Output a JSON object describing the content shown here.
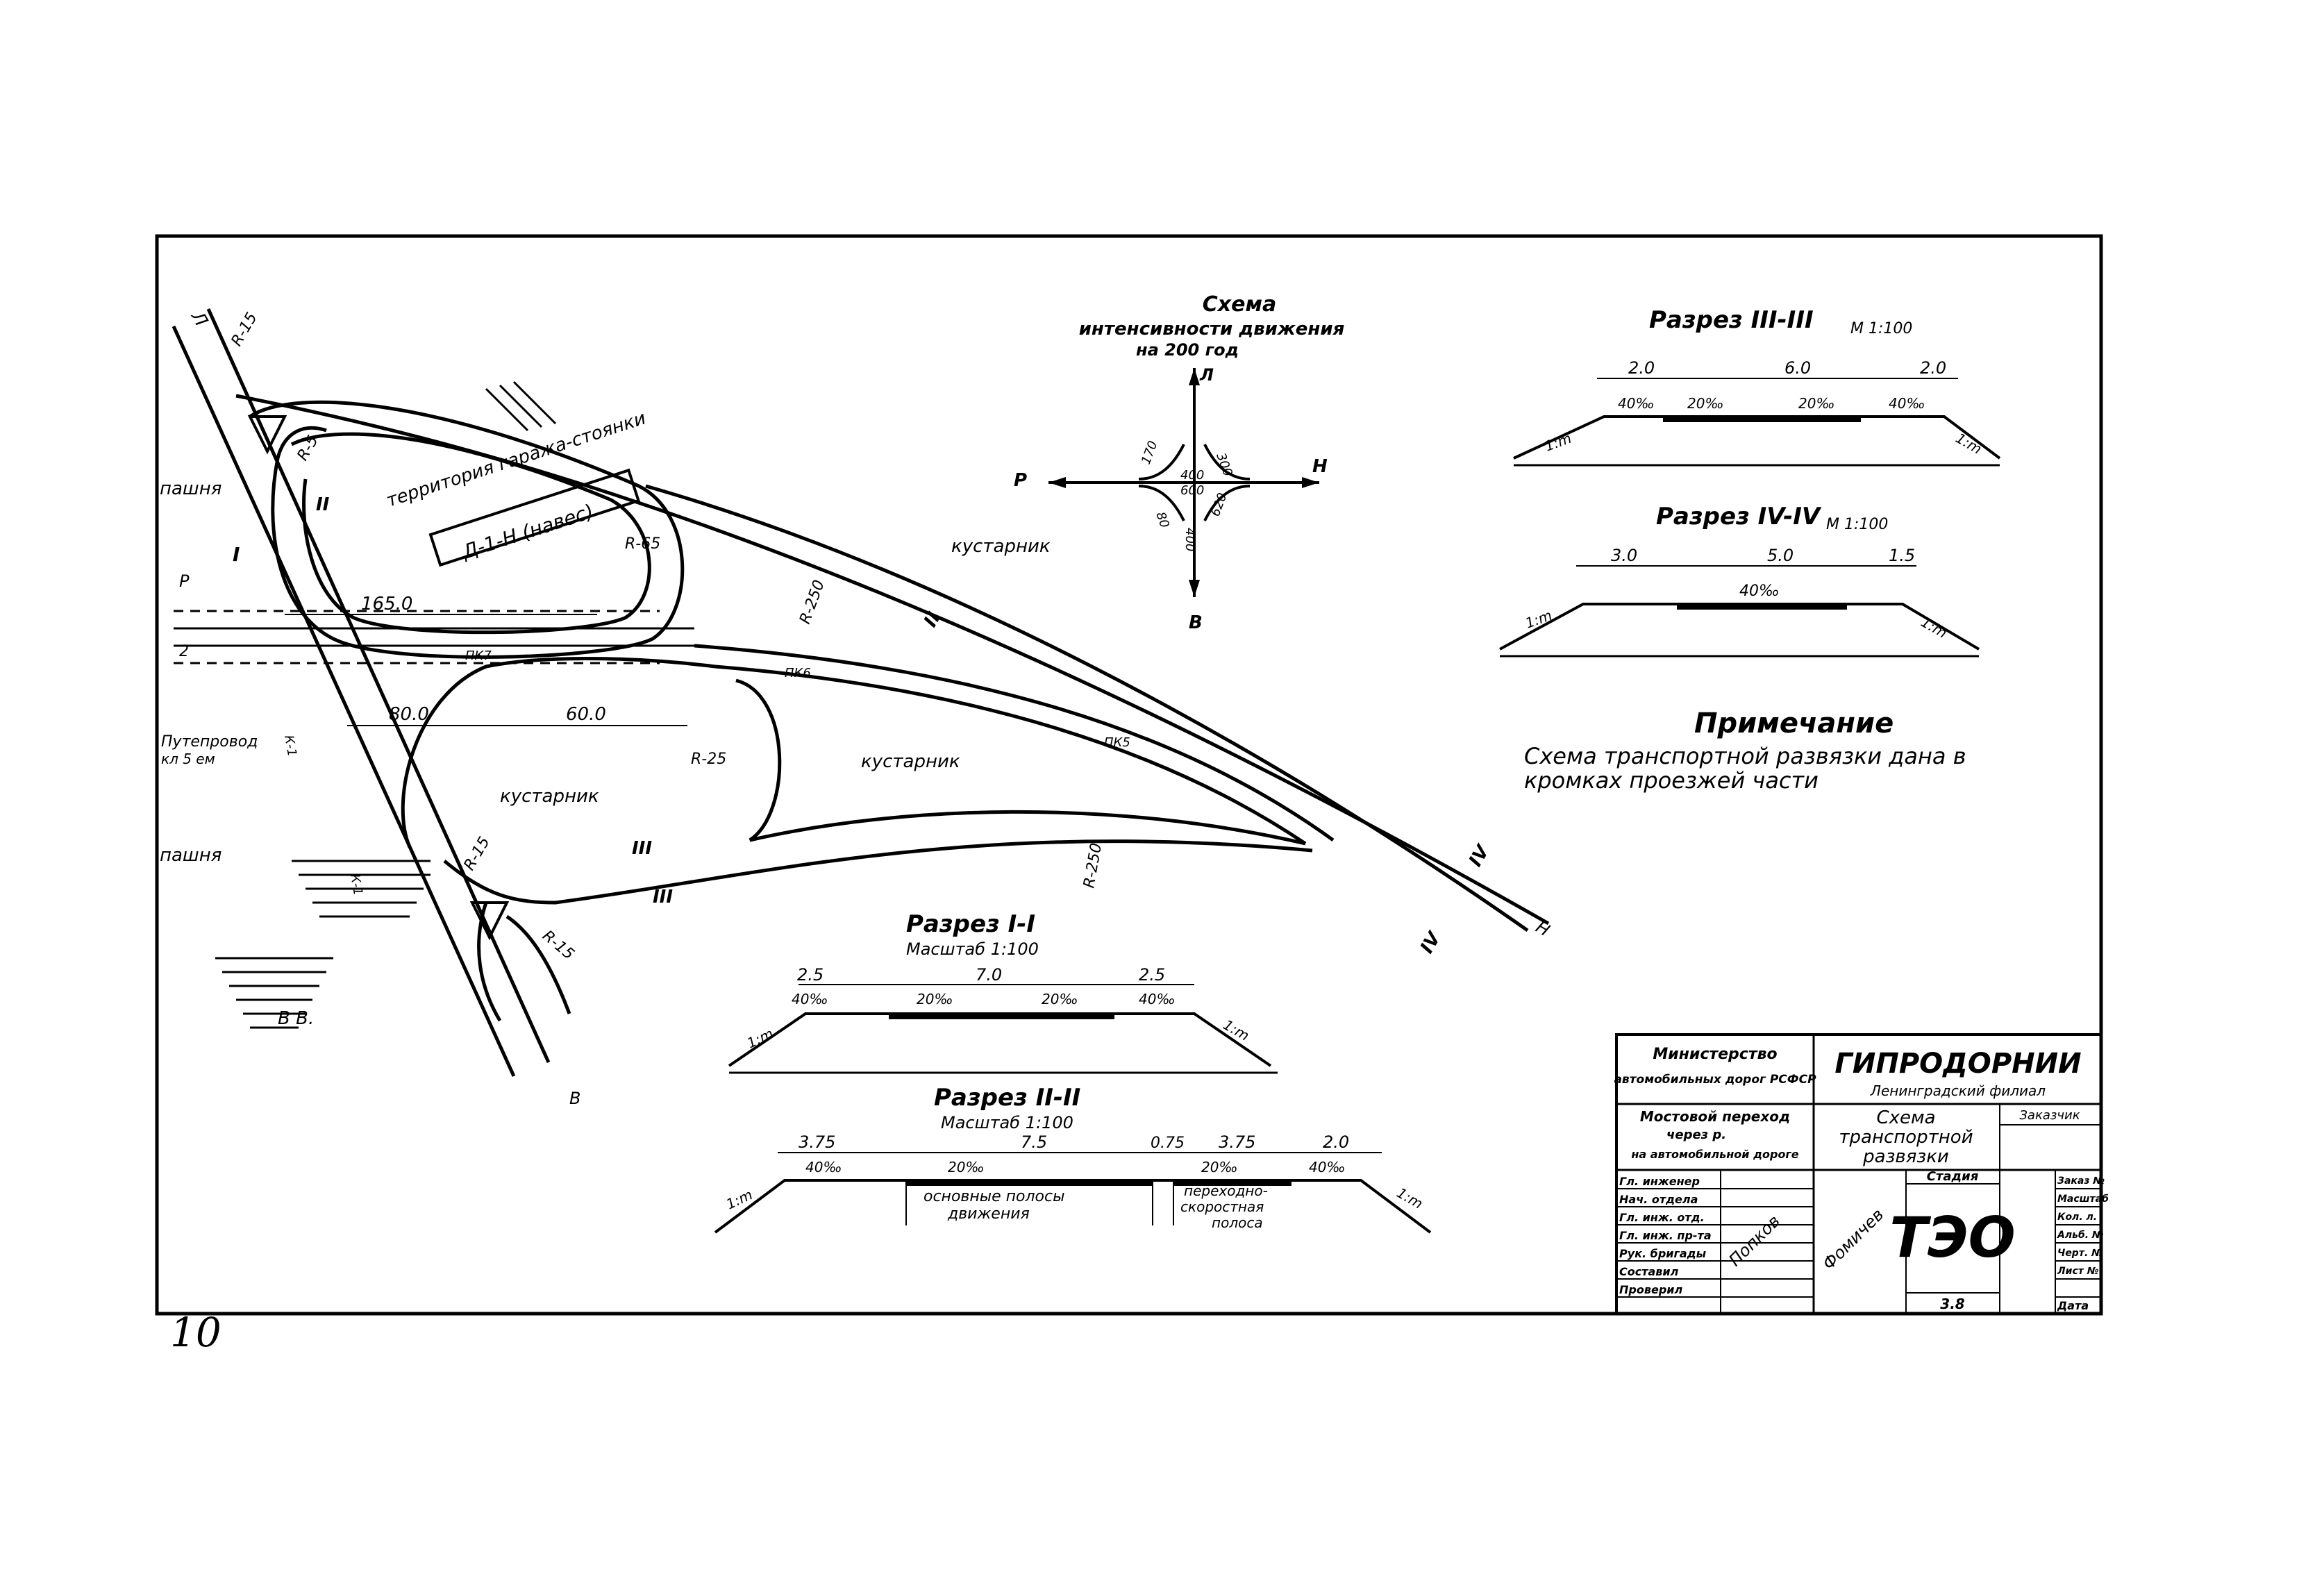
{
  "page_number": "10",
  "plan": {
    "labels": {
      "north_pass": "Л",
      "pashnya_top": "пашня",
      "pashnya_bottom": "пашня",
      "garage": "территория гаража-стоянки",
      "building": "Д-1-Н (навес)",
      "kustarnik_top": "кустарник",
      "kustarnik_mid": "кустарник",
      "kustarnik_low": "кустарник",
      "puteprovod": "Путепровод",
      "puteprovod_sub": "кл 5 ем",
      "dir_r": "Р",
      "dir_2": "2",
      "dir_v": "В",
      "dir_n": "Н",
      "pk7": "ПК7",
      "pk6": "ПК6",
      "pk5": "ПК5",
      "zone_v": "В В.",
      "km1": "К-1",
      "km2": "К-1"
    },
    "dims": {
      "r15_top": "R-15",
      "r5": "R-5",
      "r65": "R-65",
      "r250_top": "R-250",
      "r25": "R-25",
      "r15_left": "R-15",
      "r15_bottom": "R-15",
      "r250_bottom": "R-250",
      "d165": "165.0",
      "d80": "80.0",
      "d60": "60.0"
    },
    "section_marks": {
      "s1": "I",
      "s2": "II",
      "s3": "III",
      "s4": "IV"
    }
  },
  "traffic": {
    "title_1": "Схема",
    "title_2": "интенсивности движения",
    "title_3": "на 200 год",
    "dirs": {
      "n": "Л",
      "s": "В",
      "w": "Р",
      "e": "Н"
    },
    "values": [
      "170",
      "300",
      "400",
      "600",
      "80",
      "400",
      "620"
    ]
  },
  "section3": {
    "title": "Разрез III-III",
    "scale": "М 1:100",
    "w_left": "2.0",
    "w_mid": "6.0",
    "w_right": "2.0",
    "slope_l": "40‰",
    "slope_m1": "20‰",
    "slope_m2": "20‰",
    "slope_r": "40‰",
    "embank_l": "1:m",
    "embank_r": "1:m"
  },
  "section4": {
    "title": "Разрез IV-IV",
    "scale": "М 1:100",
    "w_left": "3.0",
    "w_mid": "5.0",
    "w_right": "1.5",
    "slope_m": "40‰",
    "embank_l": "1:m",
    "embank_r": "1:m"
  },
  "note": {
    "title": "Примечание",
    "line1": "Схема транспортной развязки дана в",
    "line2": "кромках проезжей части"
  },
  "section1": {
    "title": "Разрез I-I",
    "scale": "Масштаб 1:100",
    "w_left": "2.5",
    "w_mid": "7.0",
    "w_right": "2.5",
    "slope_l": "40‰",
    "slope_m1": "20‰",
    "slope_m2": "20‰",
    "slope_r": "40‰",
    "embank_l": "1:m",
    "embank_r": "1:m"
  },
  "section2": {
    "title": "Разрез II-II",
    "scale": "Масштаб 1:100",
    "w_left": "3.75",
    "w_mid": "7.5",
    "w_gap": "0.75",
    "w_r1": "3.75",
    "w_r2": "2.0",
    "slope_l": "40‰",
    "slope_m": "20‰",
    "slope_r1": "20‰",
    "slope_r2": "40‰",
    "lane_main_1": "основные полосы",
    "lane_main_2": "движения",
    "lane_trans_1": "переходно-",
    "lane_trans_2": "скоростная",
    "lane_trans_3": "полоса",
    "embank_l": "1:m",
    "embank_r": "1:m"
  },
  "title_block": {
    "ministry_1": "Министерство",
    "ministry_2": "автомобильных дорог РСФСР",
    "org_1": "ГИПРОДОРНИИ",
    "org_2": "Ленинградский филиал",
    "object_1": "Мостовой переход",
    "object_2": "через р.",
    "object_3": "на автомобильной дороге",
    "drawing_1": "Схема",
    "drawing_2": "транспортной",
    "drawing_3": "развязки",
    "customer": "Заказчик",
    "roles": [
      "Гл. инженер",
      "Нач. отдела",
      "Гл. инж. отд.",
      "Гл. инж. пр-та",
      "Рук. бригады",
      "Составил",
      "Проверил"
    ],
    "sig1": "Попков",
    "sig2": "Фомичев",
    "stage_label": "Стадия",
    "stage": "ТЭО",
    "right_cells": [
      "Заказ №",
      "Масштаб",
      "Кол. л.",
      "Альб. №",
      "Черт. №",
      "Лист №",
      "Дата"
    ],
    "bottom_code": "3.8"
  }
}
